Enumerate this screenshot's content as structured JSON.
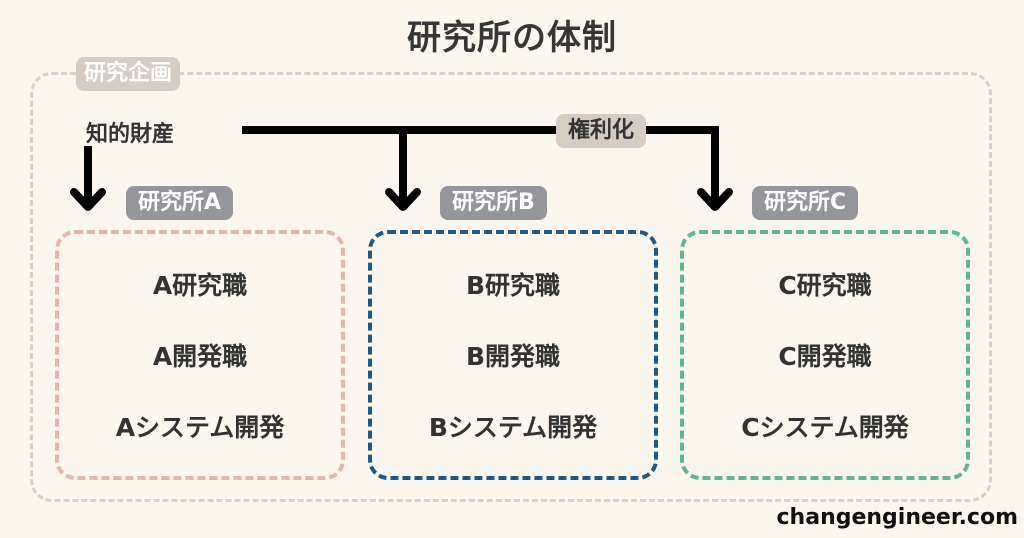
{
  "title": "研究所の体制",
  "planning_label": "研究企画",
  "ip_label": "知的財産",
  "rights_label": "権利化",
  "labs": [
    {
      "name": "研究所A",
      "color": "#e8b4a8",
      "roles": [
        "A研究職",
        "A開発職",
        "Aシステム開発"
      ]
    },
    {
      "name": "研究所B",
      "color": "#1c5a8c",
      "roles": [
        "B研究職",
        "B開発職",
        "Bシステム開発"
      ]
    },
    {
      "name": "研究所C",
      "color": "#5bb98a",
      "roles": [
        "C研究職",
        "C開発職",
        "Cシステム開発"
      ]
    }
  ],
  "footer": "changengineer.com"
}
